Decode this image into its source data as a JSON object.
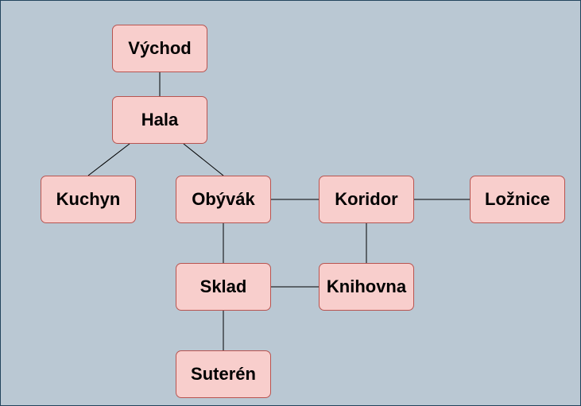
{
  "diagram": {
    "colors": {
      "background": "#bac8d3",
      "border": "#23445d",
      "node_fill": "#f8cecc",
      "node_stroke": "#b85450",
      "edge": "#000000"
    },
    "nodes": {
      "vychod": "Východ",
      "hala": "Hala",
      "kuchyn": "Kuchyn",
      "obyvak": "Obývák",
      "koridor": "Koridor",
      "loznice": "Ložnice",
      "sklad": "Sklad",
      "knihovna": "Knihovna",
      "suteren": "Suterén"
    },
    "edges": [
      [
        "vychod",
        "hala"
      ],
      [
        "hala",
        "kuchyn"
      ],
      [
        "hala",
        "obyvak"
      ],
      [
        "obyvak",
        "koridor"
      ],
      [
        "koridor",
        "loznice"
      ],
      [
        "obyvak",
        "sklad"
      ],
      [
        "koridor",
        "knihovna"
      ],
      [
        "sklad",
        "knihovna"
      ],
      [
        "sklad",
        "suteren"
      ]
    ]
  }
}
